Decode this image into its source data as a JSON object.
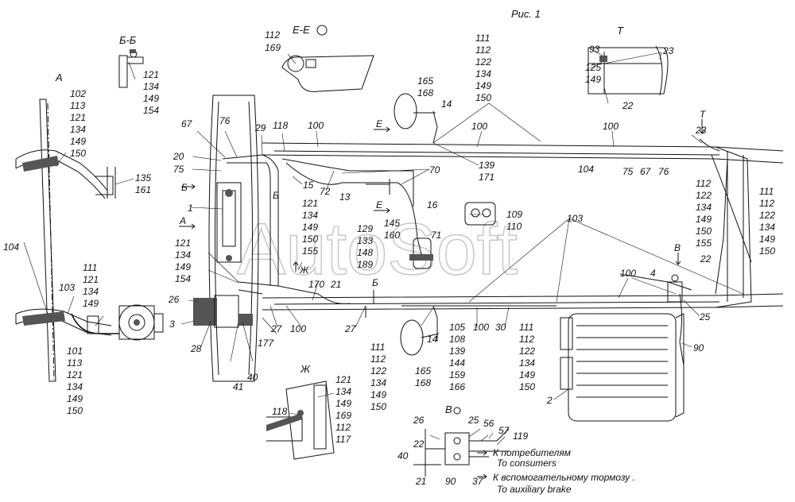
{
  "figure_title": "Рис. 1",
  "watermark": "AutoSoft",
  "section_labels": {
    "A": "A",
    "B_B": "Б-Б",
    "E_E": "Е-Е",
    "T": "Т",
    "Zh": "Ж",
    "V": "В",
    "arrow_A": "A",
    "arrow_B1": "Б",
    "arrow_B2": "Б",
    "arrow_B3": "Б",
    "arrow_E1": "Е",
    "arrow_E2": "Е",
    "arrow_T": "Т",
    "arrow_V": "В",
    "arrow_Zh": "Ж"
  },
  "callouts": {
    "c112a": "112",
    "c169a": "169",
    "c111_top": "111",
    "c112_top": "112",
    "c122_top": "122",
    "c134_top": "134",
    "c149_top": "149",
    "c150_top": "150",
    "c93": "93",
    "c125": "125",
    "c149_t": "149",
    "c23_t": "23",
    "c22_t": "22",
    "c121_bb": "121",
    "c134_bb": "134",
    "c149_bb": "149",
    "c154_bb": "154",
    "c102": "102",
    "c113_a": "113",
    "c121_a": "121",
    "c134_a": "134",
    "c149_a": "149",
    "c150_a": "150",
    "c135": "135",
    "c161": "161",
    "c104_l": "104",
    "c111_l": "111",
    "c121_l": "121",
    "c134_l": "134",
    "c149_l": "149",
    "c103_l": "103",
    "c101": "101",
    "c113_l2": "113",
    "c121_l2": "121",
    "c134_l2": "134",
    "c149_l2": "149",
    "c150_l2": "150",
    "c165a": "165",
    "c168a": "168",
    "c14a": "14",
    "c67": "67",
    "c76a": "76",
    "c29": "29",
    "c118a": "118",
    "c100a": "100",
    "c100b": "100",
    "c100c": "100",
    "c20": "20",
    "c75a": "75",
    "c15": "15",
    "c72": "72",
    "c13": "13",
    "c70": "70",
    "c139a": "139",
    "c171": "171",
    "c104_m": "104",
    "c75b": "75",
    "c67b": "67",
    "c76b": "76",
    "c23_r": "23",
    "c1": "1",
    "c121_m": "121",
    "c134_m": "134",
    "c149_m": "149",
    "c150_m": "150",
    "c155_m": "155",
    "c16": "16",
    "c109": "109",
    "c110": "110",
    "c103_m": "103",
    "c129": "129",
    "c133": "133",
    "c148": "148",
    "c189": "189",
    "c145": "145",
    "c160": "160",
    "c71": "71",
    "c121_p": "121",
    "c134_p": "134",
    "c149_p": "149",
    "c154_p": "154",
    "c112_r": "112",
    "c122_r": "122",
    "c134_r": "134",
    "c149_r": "149",
    "c150_r": "150",
    "c155_r": "155",
    "c111_rr": "111",
    "c112_rr": "112",
    "c122_rr": "122",
    "c134_rr": "134",
    "c149_rr": "149",
    "c150_rr": "150",
    "c22_r": "22",
    "c26a": "26",
    "c3": "3",
    "c170": "170",
    "c21a": "21",
    "c100d": "100",
    "c27a": "27",
    "c27b": "27",
    "c105": "105",
    "c108": "108",
    "c139b": "139",
    "c144": "144",
    "c159": "159",
    "c166": "166",
    "c100e": "100",
    "c30": "30",
    "c100f": "100",
    "c4": "4",
    "c25a": "25",
    "c90a": "90",
    "c28": "28",
    "c177": "177",
    "c41": "41",
    "c40a": "40",
    "c111_b": "111",
    "c112_b": "112",
    "c122_b": "122",
    "c134_b": "134",
    "c149_b": "149",
    "c150_b": "150",
    "c14b": "14",
    "c165b": "165",
    "c168b": "168",
    "c111_b2": "111",
    "c112_b2": "112",
    "c122_b2": "122",
    "c134_b2": "134",
    "c149_b2": "149",
    "c150_b2": "150",
    "c2": "2",
    "c118b": "118",
    "c121_zh": "121",
    "c134_zh": "134",
    "c149_zh": "149",
    "c169_zh": "169",
    "c112_zh": "112",
    "c117": "117",
    "c26b": "26",
    "c25b": "25",
    "c56": "56",
    "c22b": "22",
    "c57": "57",
    "c119": "119",
    "c40b": "40",
    "c21b": "21",
    "c90b": "90",
    "c37": "37"
  },
  "notes": {
    "consumers_ru": "К потребителям",
    "consumers_en": "To consumers",
    "aux_ru": "К вспомогательному тормозу .",
    "aux_en": "To auxiliary brake"
  }
}
